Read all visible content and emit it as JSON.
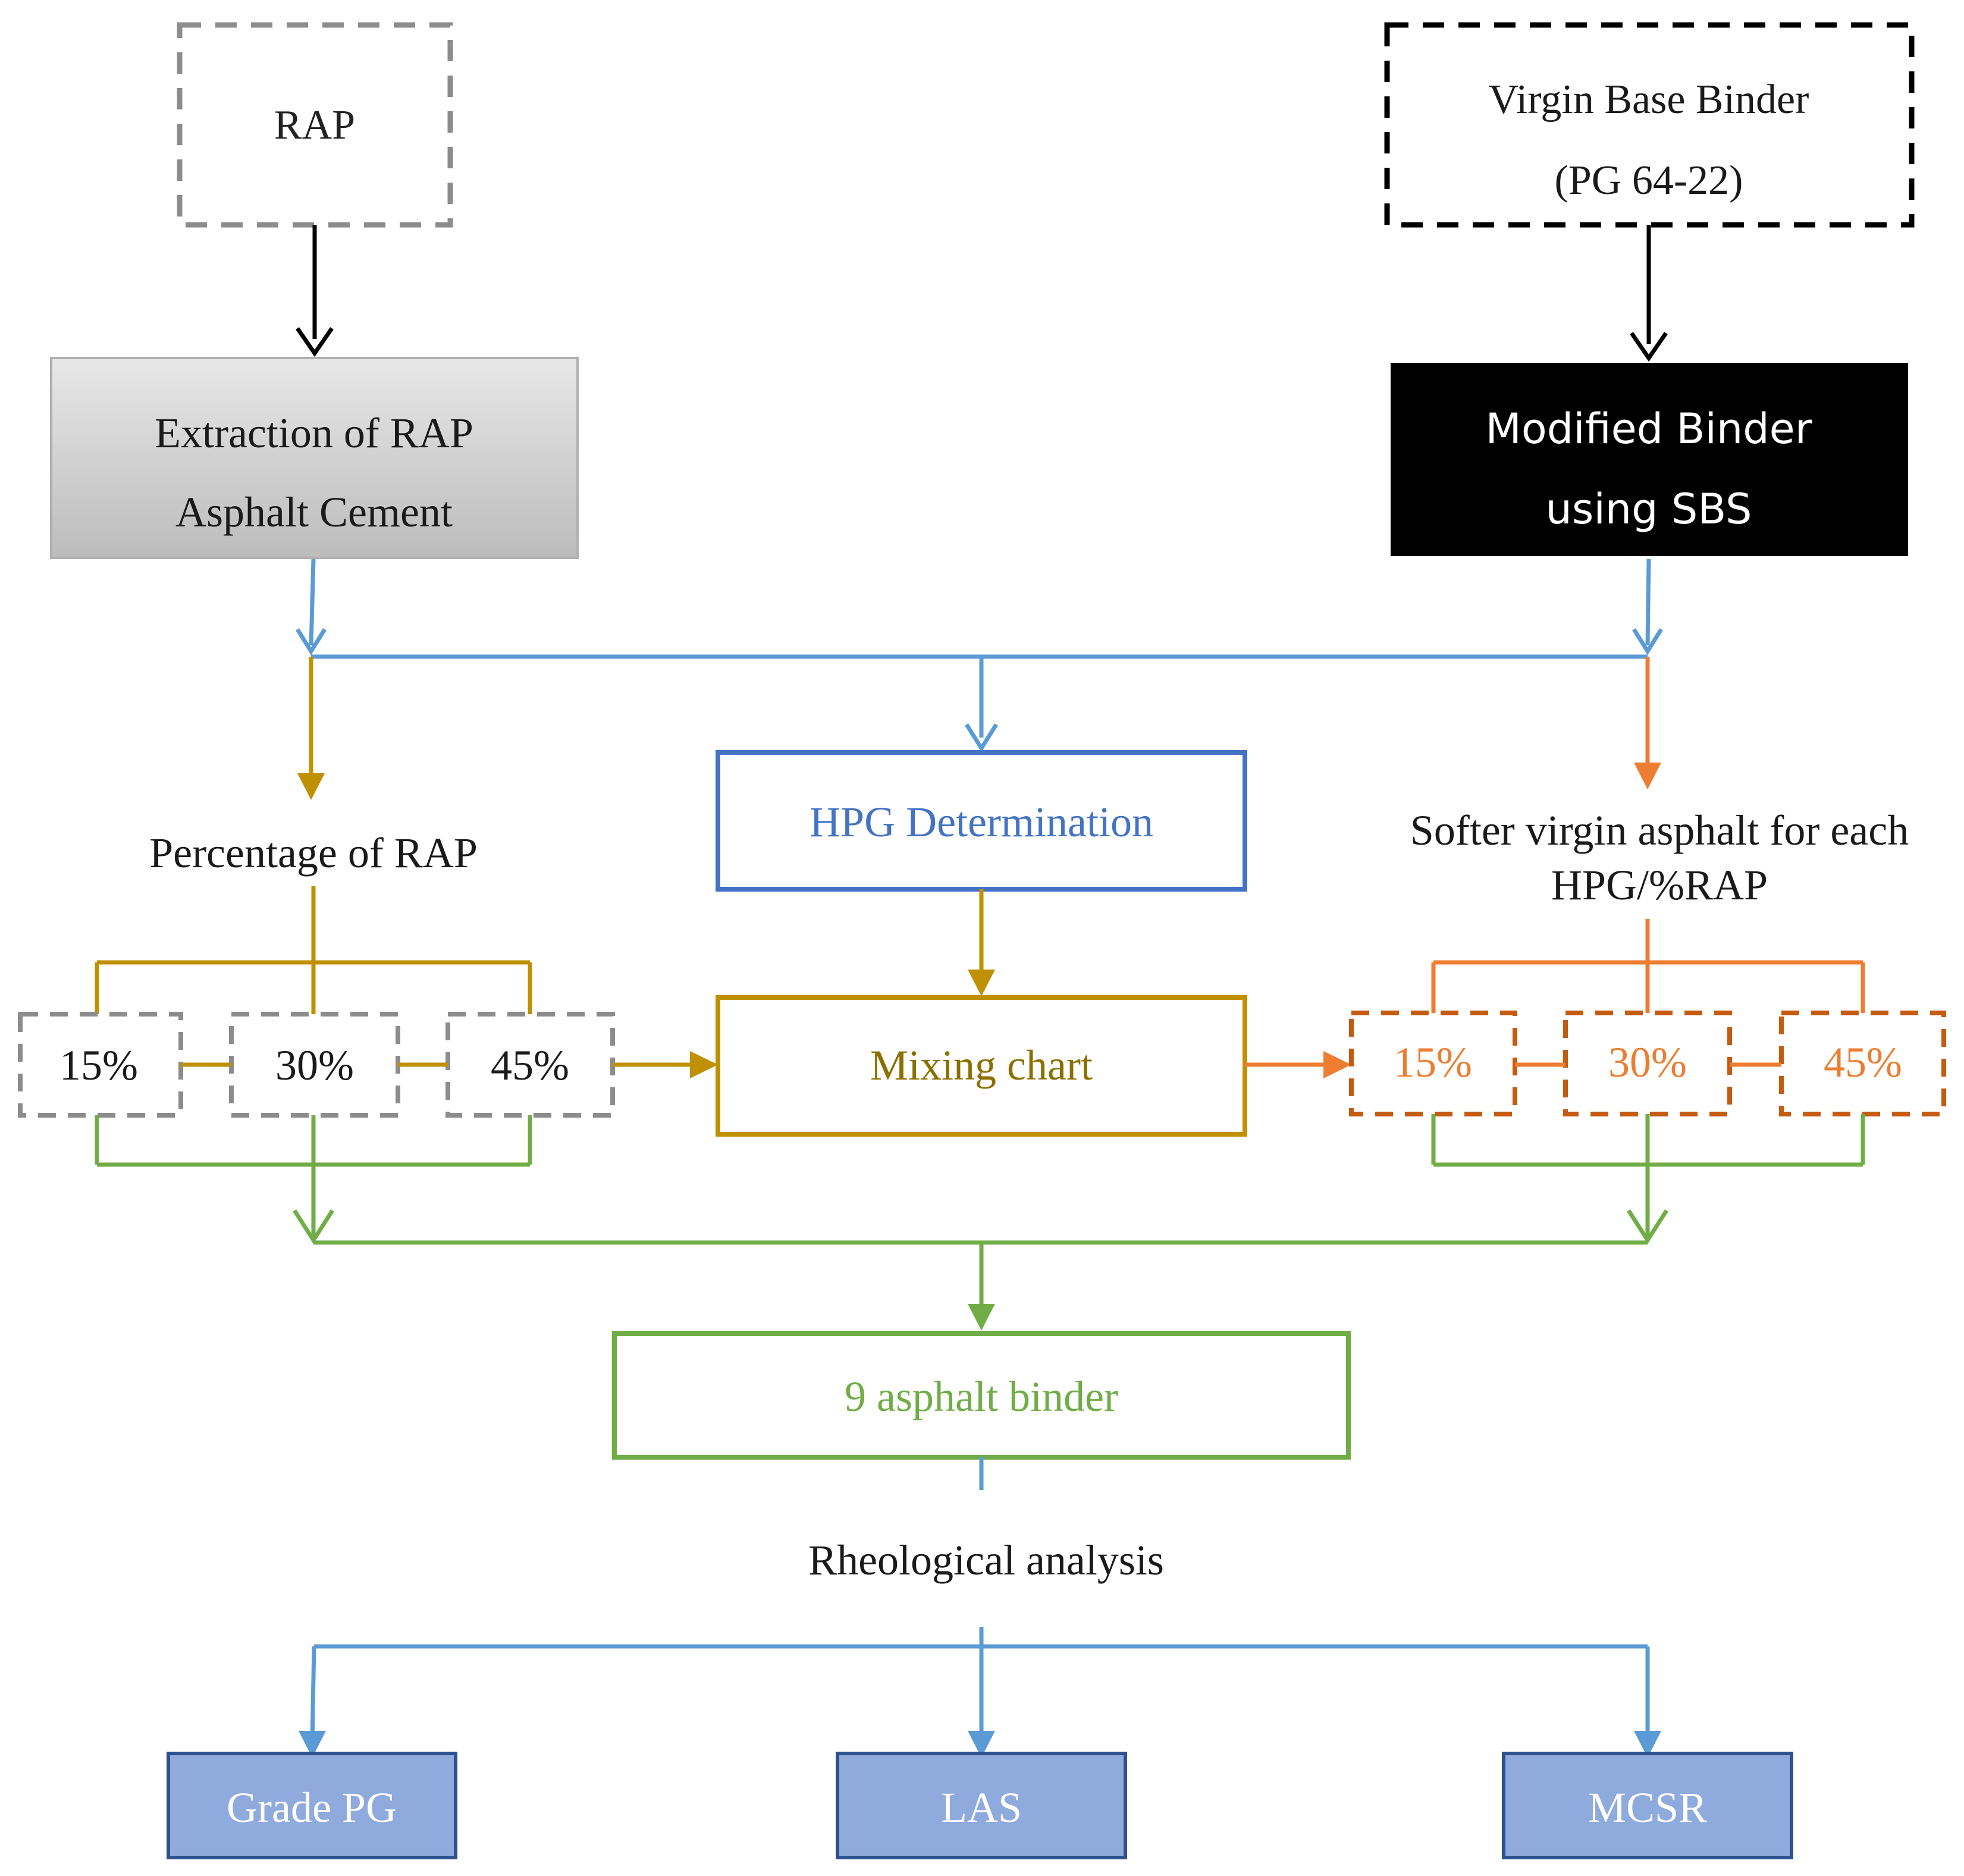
{
  "nodes": {
    "rap": "RAP",
    "virgin_base_line1": "Virgin Base Binder",
    "virgin_base_line2": "(PG 64-22)",
    "extraction_line1": "Extraction of RAP",
    "extraction_line2": "Asphalt Cement",
    "modified_line1": "Modified Binder",
    "modified_line2": "using SBS",
    "percentage_label": "Percentage of RAP",
    "hpg": "HPG Determination",
    "softer_line1": "Softer virgin asphalt for each",
    "softer_line2": "HPG/%RAP",
    "mixing_chart": "Mixing chart",
    "binders": "9 asphalt binder",
    "rheological": "Rheological analysis",
    "grade_pg": "Grade PG",
    "las": "LAS",
    "mcsr": "MCSR"
  },
  "rap_percentages": [
    "15%",
    "30%",
    "45%"
  ],
  "softer_percentages": [
    "15%",
    "30%",
    "45%"
  ],
  "colors": {
    "black": "#000000",
    "gray_dash": "#8c8c8c",
    "gray_fill_top": "#e6e6e6",
    "gray_fill_bottom": "#bdbdbd",
    "blue_arrow": "#5b9bd5",
    "blue_box": "#4472c4",
    "blue_fill": "#8faadc",
    "blue_fill_border": "#2f528f",
    "gold": "#bf9000",
    "gold_text": "#8b7000",
    "orange": "#ed7d31",
    "orange_dash": "#c55a11",
    "green": "#70ad47"
  }
}
